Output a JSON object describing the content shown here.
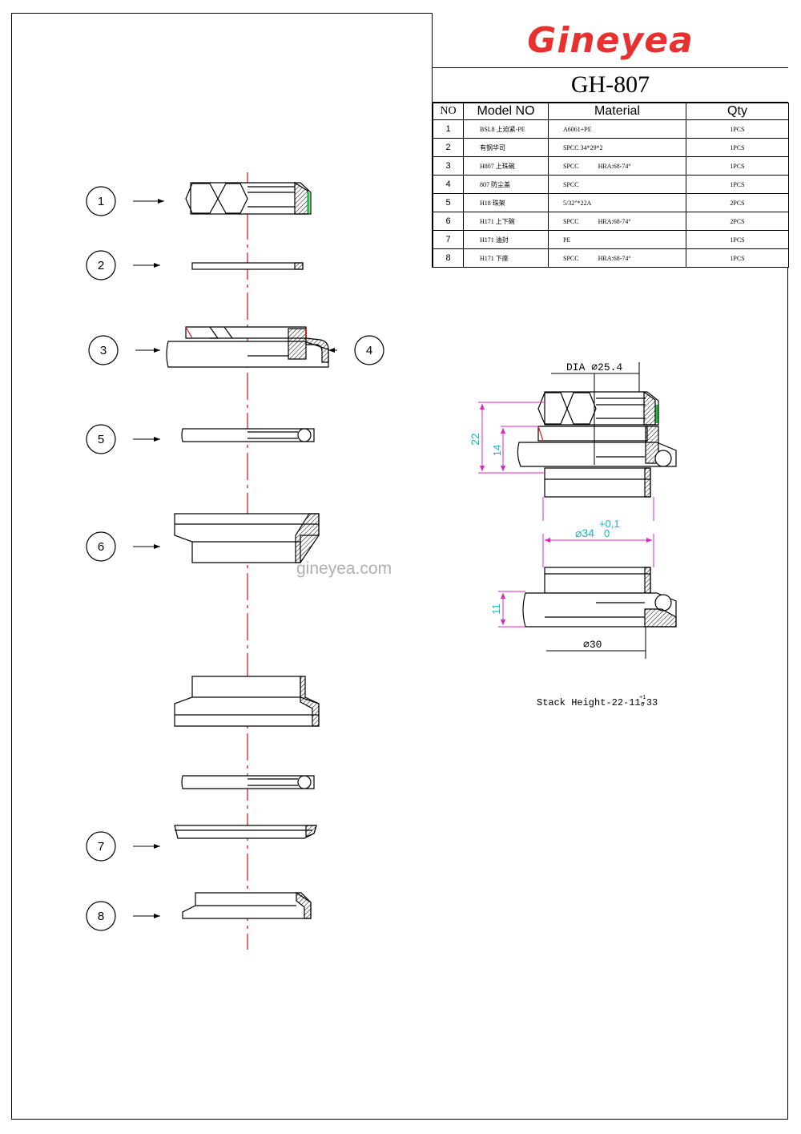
{
  "brand": "Gineyea",
  "model_title": "GH-807",
  "table": {
    "headers": {
      "no": "NO",
      "model": "Model NO",
      "material": "Material",
      "qty": "Qty"
    },
    "rows": [
      {
        "no": "1",
        "model": "BSL8 上迫紧-PE",
        "material": "A6061+PE",
        "material2": "",
        "qty": "1PCS"
      },
      {
        "no": "2",
        "model": "有钢华司",
        "material": "SPCC  34*29*2",
        "material2": "",
        "qty": "1PCS"
      },
      {
        "no": "3",
        "model": "H807 上珠碗",
        "material": "SPCC",
        "material2": "HRA:68-74°",
        "qty": "1PCS"
      },
      {
        "no": "4",
        "model": "807 防尘盖",
        "material": "SPCC",
        "material2": "",
        "qty": "1PCS"
      },
      {
        "no": "5",
        "model": "H18 珠架",
        "material": "5/32\"*22A",
        "material2": "",
        "qty": "2PCS"
      },
      {
        "no": "6",
        "model": "H171 上下碗",
        "material": "SPCC",
        "material2": "HRA:68-74°",
        "qty": "2PCS"
      },
      {
        "no": "7",
        "model": "H171 油封",
        "material": "PE",
        "material2": "",
        "qty": "1PCS"
      },
      {
        "no": "8",
        "model": "H171 下座",
        "material": "SPCC",
        "material2": "HRA:68-74°",
        "qty": "1PCS"
      }
    ]
  },
  "callouts": [
    "1",
    "2",
    "3",
    "4",
    "5",
    "6",
    "7",
    "8"
  ],
  "dimensions": {
    "dia": "DIA ⌀25.4",
    "h22": "22",
    "h14": "14",
    "d34": "⌀34",
    "tol_upper": "+0,1",
    "tol_lower": "0",
    "h11": "11",
    "d30": "⌀30"
  },
  "stack_height": "Stack Height-22-11-33",
  "stack_tol_upper": "+1",
  "stack_tol_lower": "0",
  "watermark": "gineyea.com",
  "colors": {
    "brand": "#e8312f",
    "centerline": "#d42020",
    "dimension": "#e020c0",
    "dim_text": "#10b8c8",
    "seal": "#20c040"
  }
}
